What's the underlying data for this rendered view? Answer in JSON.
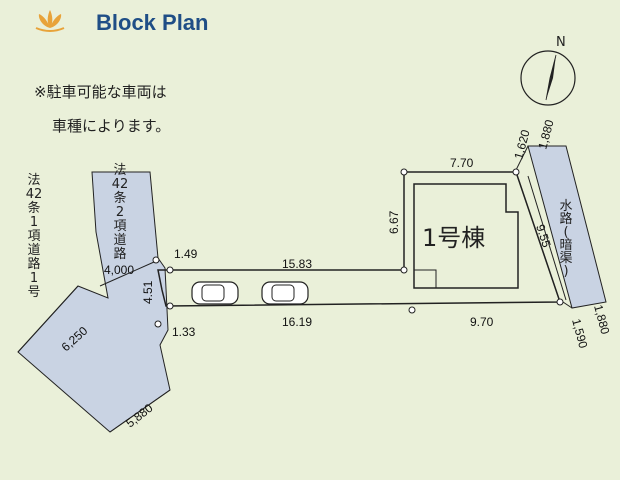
{
  "header": {
    "title": "Block Plan",
    "logo_icon": "lotus-logo-icon",
    "logo_color": "#e8a33a"
  },
  "note": {
    "line1": "※駐車可能な車両は",
    "line2": "車種によります。"
  },
  "compass": {
    "north_label": "N"
  },
  "roads": {
    "left": [
      "法",
      "42",
      "条",
      "1",
      "項",
      "道",
      "路",
      "1",
      "号"
    ],
    "middle": [
      "法",
      "42",
      "条",
      "2",
      "項",
      "道",
      "路"
    ],
    "waterway": [
      "水",
      "路",
      "(",
      "暗",
      "渠",
      ")"
    ]
  },
  "building": {
    "label": "1号棟"
  },
  "dimensions": {
    "top_lot_width": "7.70",
    "lot_depth": "6.67",
    "right_side": "9.55",
    "passage_top": "15.83",
    "passage_bottom": "16.19",
    "bottom_right": "9.70",
    "entry_top": "1.49",
    "entry_bottom": "1.33",
    "entry_width": "4.51",
    "road2_width": "4,000",
    "road1_width": "6,250",
    "road1_width_lower": "5,880",
    "waterway_top_a": "1,620",
    "waterway_top_b": "1,880",
    "waterway_bottom_a": "1,590",
    "waterway_bottom_b": "1,880"
  },
  "colors": {
    "background": "#eaf0d9",
    "road_fill": "#c9d3e3",
    "title": "#1f4e86"
  }
}
